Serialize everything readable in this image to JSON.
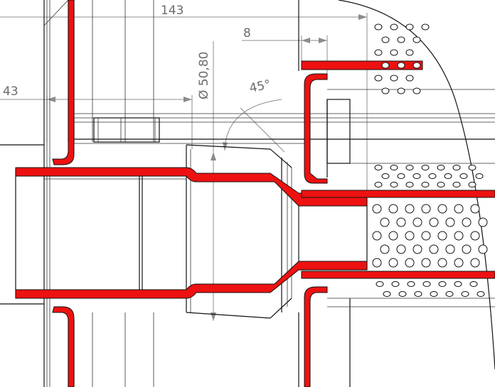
{
  "dimensions": {
    "overall_length": "143",
    "offset": "8",
    "diameter": "Ø 50,80",
    "chamfer_angle": "45°",
    "left_length": "43"
  },
  "colors": {
    "gasket": "#ee1111",
    "line": "#111111",
    "dimension": "#8c8c8c"
  }
}
